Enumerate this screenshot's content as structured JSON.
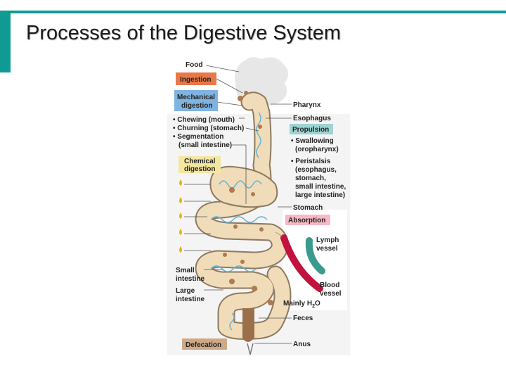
{
  "slide": {
    "title": "Processes of the Digestive System",
    "accent_color": "#0f9b93"
  },
  "diagram": {
    "top_labels": {
      "food": "Food",
      "ingestion": "Ingestion",
      "mechanical_digestion_1": "Mechanical",
      "mechanical_digestion_2": "digestion",
      "chewing": "• Chewing (mouth)",
      "churning": "• Churning (stomach)",
      "segmentation_1": "• Segmentation",
      "segmentation_2": "(small intestine)",
      "chemical_digestion_1": "Chemical",
      "chemical_digestion_2": "digestion"
    },
    "right_labels": {
      "pharynx": "Pharynx",
      "esophagus": "Esophagus",
      "propulsion": "Propulsion",
      "swallowing_1": "• Swallowing",
      "swallowing_2": "(oropharynx)",
      "peristalsis_1": "• Peristalsis",
      "peristalsis_2": "(esophagus,",
      "peristalsis_3": "stomach,",
      "peristalsis_4": "small intestine,",
      "peristalsis_5": "large intestine)",
      "stomach": "Stomach",
      "absorption": "Absorption",
      "lymph_1": "Lymph",
      "lymph_2": "vessel",
      "blood_1": "Blood",
      "blood_2": "vessel",
      "mainly_h2o": "Mainly H",
      "h2o_sub": "2",
      "h2o_o": "O",
      "feces": "Feces",
      "anus": "Anus"
    },
    "left_labels": {
      "small_intestine_1": "Small",
      "small_intestine_2": "intestine",
      "large_intestine_1": "Large",
      "large_intestine_2": "intestine",
      "defecation": "Defecation"
    },
    "colors": {
      "ingestion": "#e8784a",
      "mechanical": "#7fb4e0",
      "chemical": "#f3e7a0",
      "propulsion": "#9ed3d3",
      "absorption": "#f7b9c4",
      "defecation": "#cfa987",
      "tube": "#f1dcb9",
      "tube_edge": "#8c7960",
      "food_particle": "#b07a4e",
      "wave": "#5fb2d4",
      "lymph": "#3a9a8e",
      "blood": "#c2123e",
      "feces": "#9a6f4a",
      "enzyme_drop": "#e6b220"
    }
  }
}
